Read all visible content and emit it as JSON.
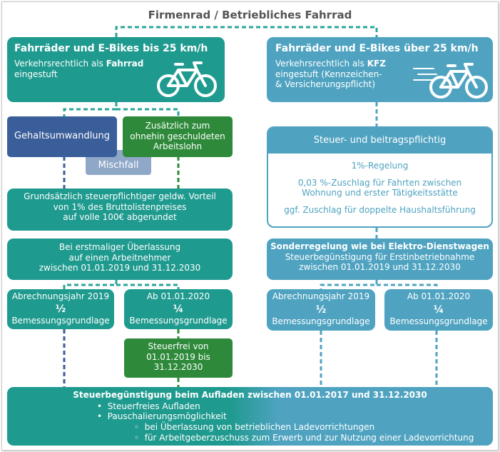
{
  "title": "Firmenrad / Betriebliches Fahrrad",
  "colors": {
    "teal": "#1f9a8f",
    "blue": "#4fa3c1",
    "navy": "#3a5e99",
    "green": "#2e8a3a",
    "mischfall": "#8fa8c8",
    "dash_left": "#3a5e99",
    "dash_right": "#4fa3c1",
    "dash_green": "#2e8a3a"
  },
  "icons": [
    "bicycle-icon",
    "speed-bicycle-icon"
  ],
  "left": {
    "header_title": "Fahrräder und E-Bikes bis 25 km/h",
    "header_line1_pre": "Verkehrsrechtlich als ",
    "header_line1_bold": "Fahrrad",
    "header_line2": "eingestuft",
    "gehaltsumwandlung": "Gehaltsumwandlung",
    "zusaetzlich_1": "Zusätzlich zum",
    "zusaetzlich_2": "ohnehin geschuldeten",
    "zusaetzlich_3": "Arbeitslohn",
    "mischfall": "Mischfall",
    "vorteil_1": "Grundsätzlich steuerpflichtiger geldw. Vorteil",
    "vorteil_2": "von 1% des Bruttolistenpreises",
    "vorteil_3": "auf volle 100€ abgerundet",
    "ueberlassung_1": "Bei erstmaliger Überlassung",
    "ueberlassung_2": "auf einen Arbeitnehmer",
    "ueberlassung_3": "zwischen 01.01.2019 und 31.12.2030",
    "jahr2019_1": "Abrechnungsjahr 2019",
    "jahr2019_2": "½",
    "jahr2019_3": "Bemessungsgrundlage",
    "ab2020_1": "Ab 01.01.2020",
    "ab2020_2": "¼",
    "ab2020_3": "Bemessungsgrundlage",
    "steuerfrei_1": "Steuerfrei von",
    "steuerfrei_2": "01.01.2019 bis",
    "steuerfrei_3": "31.12.2030"
  },
  "right": {
    "header_title": "Fahrräder und E-Bikes über 25 km/h",
    "header_line1_pre": "Verkehrsrechtlich als ",
    "header_line1_bold": "KFZ",
    "header_line2": "eingestuft (Kennzeichen-",
    "header_line3": "& Versicherungspflicht)",
    "steuer_title": "Steuer- und beitragspflichtig",
    "regel_1": "1%-Regelung",
    "regel_2a": "0,03 %-Zuschlag für Fahrten zwischen",
    "regel_2b": "Wohnung und erster Tätigkeitsstätte",
    "regel_3": "ggf. Zuschlag für doppelte Haushaltsführung",
    "sonder_title": "Sonderregelung wie bei Elektro-Dienstwagen",
    "sonder_2": "Steuerbegünstigung für Erstinbetriebnahme",
    "sonder_3": "zwischen 01.01.2019 und 31.12.2030",
    "jahr2019_1": "Abrechnungsjahr 2019",
    "jahr2019_2": "½",
    "jahr2019_3": "Bemessungsgrundlage",
    "ab2020_1": "Ab 01.01.2020",
    "ab2020_2": "¼",
    "ab2020_3": "Bemessungsgrundlage"
  },
  "bottom": {
    "title": "Steuerbegünstigung beim Aufladen zwischen 01.01.2017 und 31.12.2030",
    "bullet_1": "Steuerfreies Aufladen",
    "bullet_2": "Pauschalierungsmöglichkeit",
    "sub_1": "bei Überlassung von betrieblichen Ladevorrichtungen",
    "sub_2": "für Arbeitgeberzuschuss zum Erwerb und zur Nutzung einer Ladevorrichtung"
  }
}
